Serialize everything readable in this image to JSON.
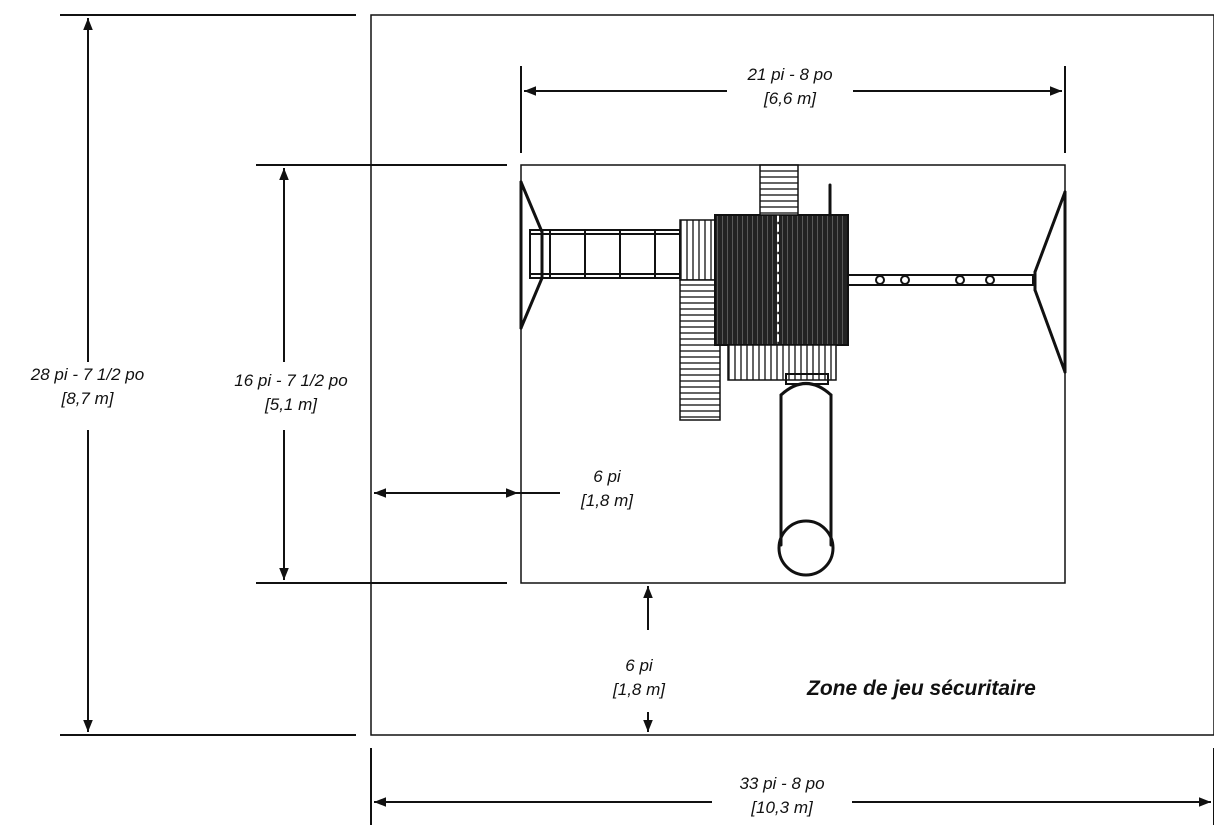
{
  "dimensions": {
    "play_width": {
      "imperial": "21 pi - 8 po",
      "metric": "[6,6 m]"
    },
    "play_depth": {
      "imperial": "16 pi - 7 1/2 po",
      "metric": "[5,1 m]"
    },
    "total_depth": {
      "imperial": "28 pi - 7 1/2 po",
      "metric": "[8,7 m]"
    },
    "total_width": {
      "imperial": "33 pi - 8 po",
      "metric": "[10,3 m]"
    },
    "side_clearance": {
      "imperial": "6 pi",
      "metric": "[1,8 m]"
    },
    "bottom_clearance": {
      "imperial": "6 pi",
      "metric": "[1,8 m]"
    }
  },
  "zone_label": "Zone de jeu sécuritaire"
}
